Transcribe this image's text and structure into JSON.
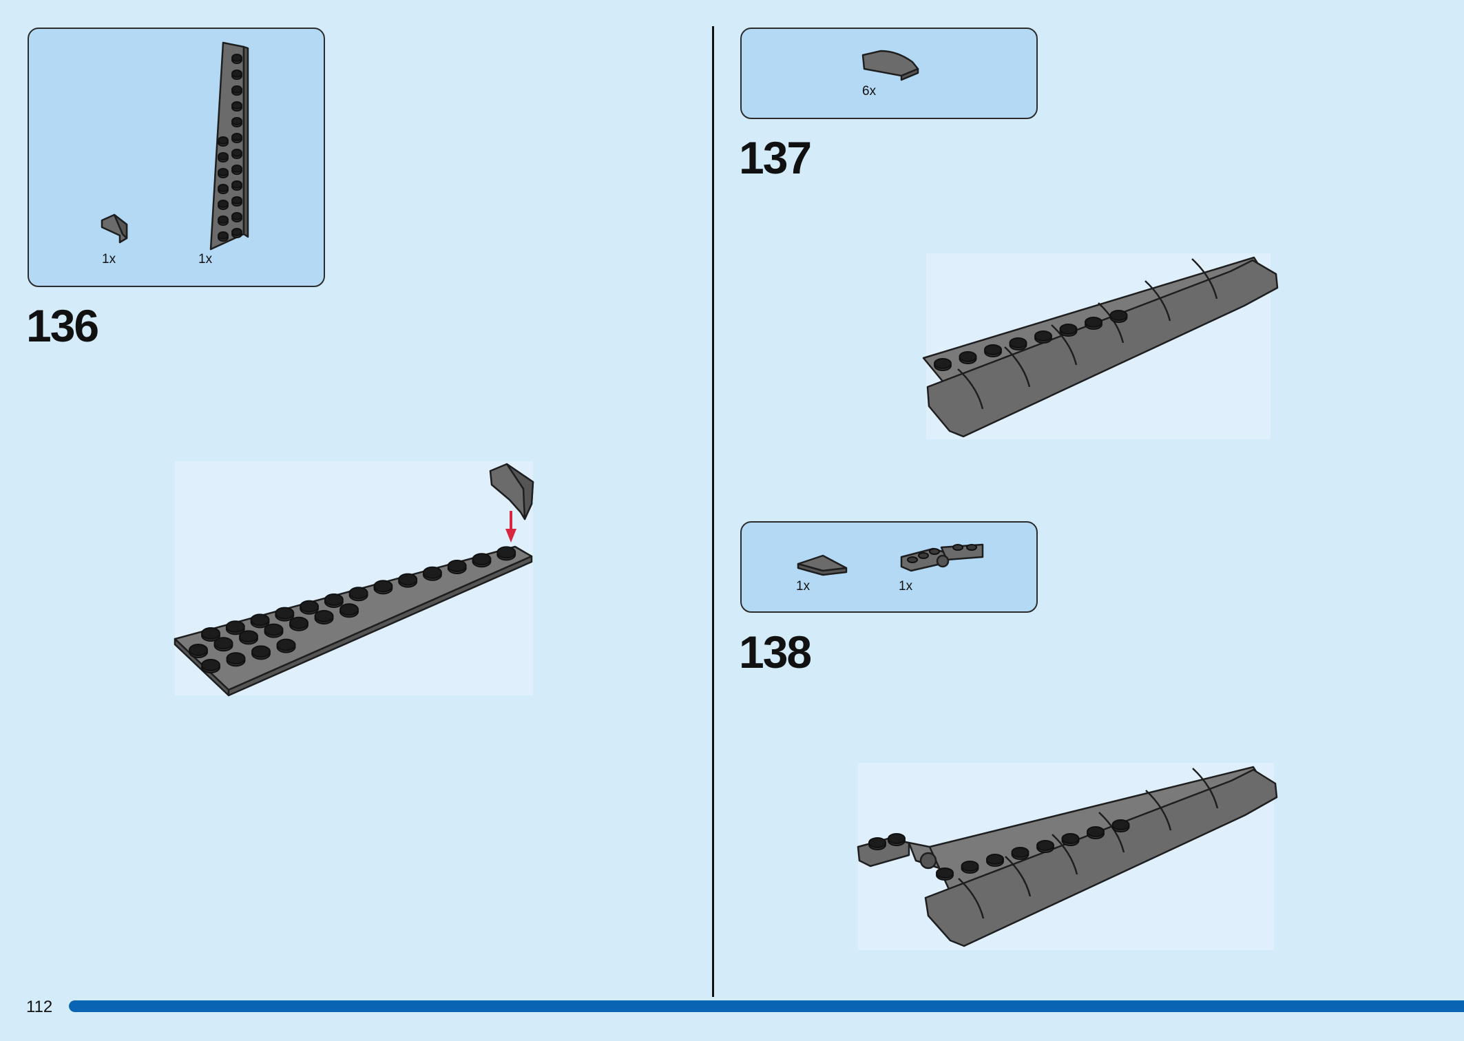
{
  "page": {
    "number": "112",
    "progress_fraction": 1.0
  },
  "colors": {
    "background": "#d4ebfa",
    "parts_box": "#b4d9f5",
    "progress": "#0a64b4",
    "arrow": "#d7263d",
    "brick": "#6b6b6b"
  },
  "steps": [
    {
      "number": "136",
      "parts": [
        {
          "name": "curved-slope-1x1-dark-grey",
          "qty": "1x"
        },
        {
          "name": "wedge-plate-12x3-dark-grey",
          "qty": "1x"
        }
      ]
    },
    {
      "number": "137",
      "parts": [
        {
          "name": "curved-slope-2x2-dark-grey",
          "qty": "6x"
        }
      ]
    },
    {
      "number": "138",
      "parts": [
        {
          "name": "wedge-plate-2x2-dark-grey",
          "qty": "1x"
        },
        {
          "name": "hinge-plate-dark-grey",
          "qty": "1x"
        }
      ]
    }
  ]
}
